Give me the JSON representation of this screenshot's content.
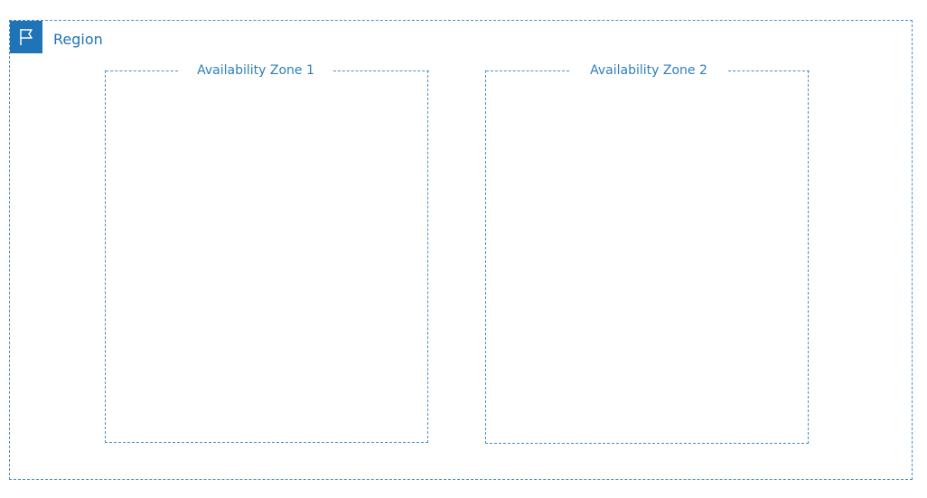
{
  "region": {
    "label": "Region",
    "icon": "flag-icon",
    "accent_color": "#1f73b7",
    "border_color": "#4a8fc0"
  },
  "zones": [
    {
      "label": "Availability Zone 1"
    },
    {
      "label": "Availability Zone 2"
    }
  ]
}
